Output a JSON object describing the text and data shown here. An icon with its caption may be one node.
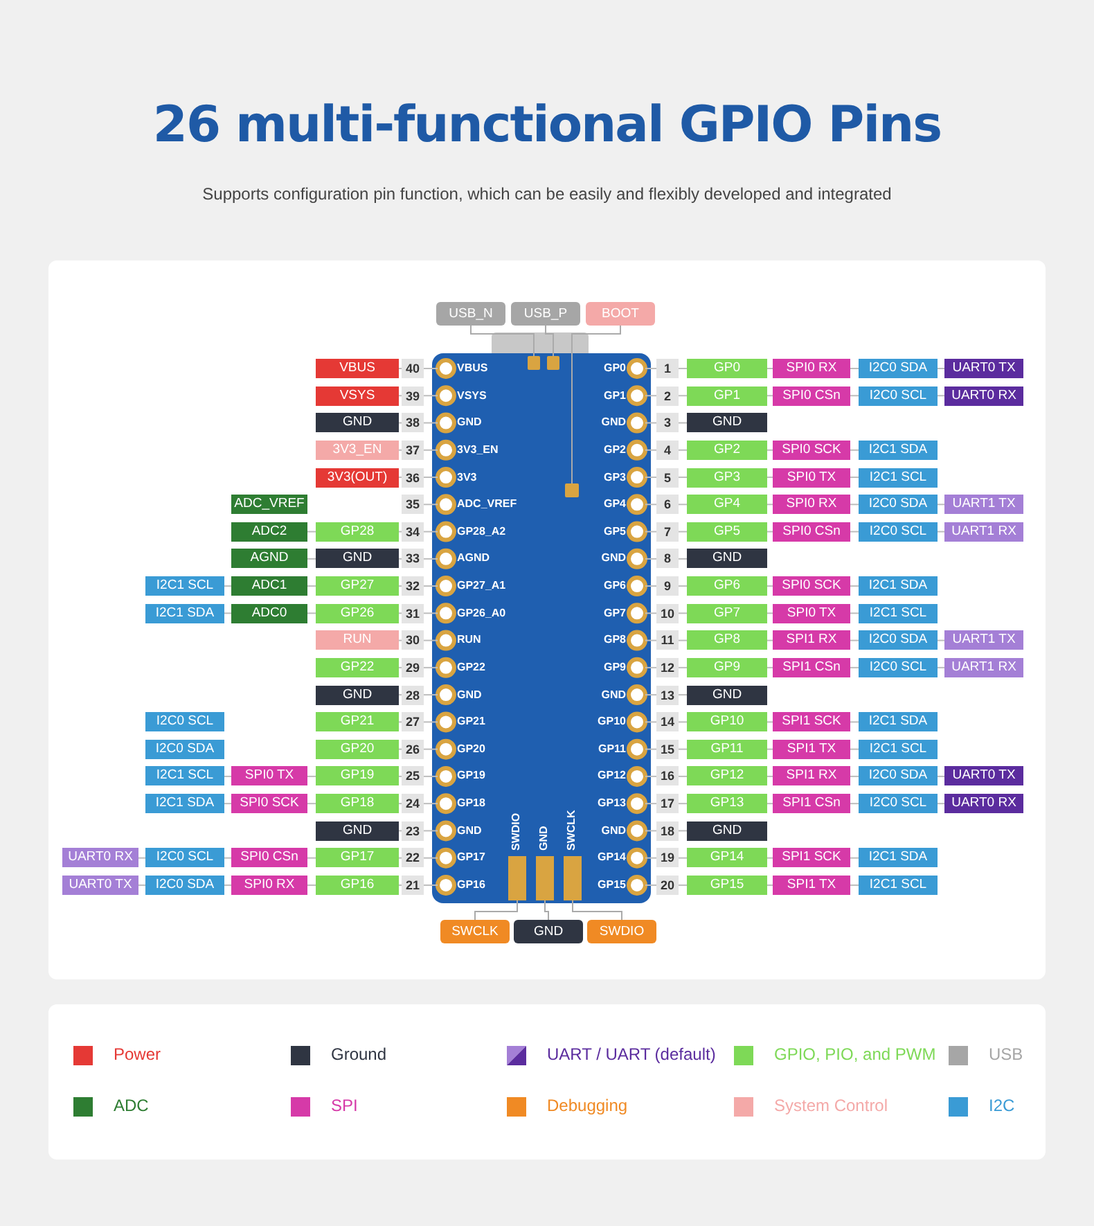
{
  "diagram": {
    "title": "26 multi-functional GPIO Pins",
    "nodes": [
      {
        "text": [
          "USB_N"
        ]
      },
      {
        "text": [
          "USB_P"
        ]
      },
      {
        "text": [
          "BOOT"
        ]
      },
      {
        "text": [
          "SWCLK"
        ]
      },
      {
        "text": [
          "GND"
        ]
      },
      {
        "text": [
          "SWDIO"
        ]
      },
      {
        "text": [],
        "shape": "box"
      },
      {
        "text": [],
        "shape": "box"
      },
      {
        "text": [],
        "shape": "box"
      },
      {
        "text": [],
        "shape": "bar"
      },
      {
        "text": [],
        "shape": "bar"
      },
      {
        "text": [],
        "shape": "bar"
      }
    ],
    "edges": [
      {
        "from": 0,
        "to": 6,
        "arrow": "none"
      },
      {
        "from": 1,
        "to": 7,
        "arrow": "none"
      },
      {
        "from": 2,
        "to": 8,
        "arrow": "none"
      },
      {
        "from": 3,
        "to": 9,
        "arrow": "none"
      },
      {
        "from": 4,
        "to": 10,
        "arrow": "none"
      },
      {
        "from": 5,
        "to": 11,
        "arrow": "none"
      }
    ],
    "labels": [
      "Supports configuration pin function, which can be easily and flexibly developed and integrated",
      "VBUS",
      "40",
      "VBUS",
      "GP0",
      "1",
      "GP0",
      "SPI0 RX",
      "I2C0 SDA",
      "UART0 TX",
      "VSYS",
      "39",
      "VSYS",
      "GP1",
      "2",
      "GP1",
      "SPI0 CSn",
      "I2C0 SCL",
      "UART0 RX",
      "GND",
      "38",
      "GND",
      "GND",
      "3",
      "GND",
      "3V3_EN",
      "37",
      "3V3_EN",
      "GP2",
      "4",
      "GP2",
      "SPI0 SCK",
      "I2C1 SDA",
      "3V3(OUT)",
      "36",
      "3V3",
      "GP3",
      "5",
      "GP3",
      "SPI0 TX",
      "I2C1 SCL",
      "ADC_VREF",
      "35",
      "ADC_VREF",
      "GP4",
      "6",
      "GP4",
      "SPI0 RX",
      "I2C0 SDA",
      "UART1 TX",
      "ADC2",
      "GP28",
      "34",
      "GP28_A2",
      "GP5",
      "7",
      "GP5",
      "SPI0 CSn",
      "I2C0 SCL",
      "UART1 RX",
      "AGND",
      "GND",
      "33",
      "AGND",
      "GND",
      "8",
      "GND",
      "I2C1 SCL",
      "ADC1",
      "GP27",
      "32",
      "GP27_A1",
      "GP6",
      "9",
      "GP6",
      "SPI0 SCK",
      "I2C1 SDA",
      "I2C1 SDA",
      "ADC0",
      "GP26",
      "31",
      "GP26_A0",
      "GP7",
      "10",
      "GP7",
      "SPI0 TX",
      "I2C1 SCL",
      "RUN",
      "30",
      "RUN",
      "GP8",
      "11",
      "GP8",
      "SPI1 RX",
      "I2C0 SDA",
      "UART1 TX",
      "GP22",
      "29",
      "GP22",
      "GP9",
      "12",
      "GP9",
      "SPI1 CSn",
      "I2C0 SCL",
      "UART1 RX",
      "GND",
      "28",
      "GND",
      "GND",
      "13",
      "GND",
      "I2C0 SCL",
      "GP21",
      "27",
      "GP21",
      "GP10",
      "14",
      "GP10",
      "SPI1 SCK",
      "I2C1 SDA",
      "I2C0 SDA",
      "GP20",
      "26",
      "GP20",
      "GP11",
      "15",
      "GP11",
      "SPI1 TX",
      "I2C1 SCL",
      "I2C1 SCL",
      "SPI0 TX",
      "GP19",
      "25",
      "GP19",
      "GP12",
      "16",
      "GP12",
      "SPI1 RX",
      "I2C0 SDA",
      "UART0 TX",
      "I2C1 SDA",
      "SPI0 SCK",
      "GP18",
      "24",
      "GP18",
      "GP13",
      "17",
      "GP13",
      "SPI1 CSn",
      "I2C0 SCL",
      "UART0 RX",
      "GND",
      "23",
      "GND",
      "GND",
      "18",
      "GND",
      "UART0 RX",
      "I2C0 SCL",
      "SPI0 CSn",
      "GP17",
      "22",
      "GP17",
      "GP14",
      "19",
      "GP14",
      "SPI1 SCK",
      "I2C1 SDA",
      "UART0 TX",
      "I2C0 SDA",
      "SPI0 RX",
      "GP16",
      "21",
      "GP16",
      "GP15",
      "20",
      "GP15",
      "SPI1 TX",
      "I2C1 SCL",
      "SWDIO",
      "GND",
      "SWCLK"
    ],
    "legend": [
      {
        "text": "Power",
        "color": "#e53935"
      },
      {
        "text": "Ground",
        "color": "#2f3542"
      },
      {
        "text": "UART / UART (default)"
      },
      {
        "text": "GPIO, PIO, and PWM",
        "color": "#7ed957"
      },
      {
        "text": "USB",
        "color": "#a6a6a6"
      },
      {
        "text": "ADC",
        "color": "#2e7d32"
      },
      {
        "text": "SPI",
        "color": "#d63aa8"
      },
      {
        "text": "Debugging",
        "color": "#f08a24"
      },
      {
        "text": "System Control",
        "color": "#f4a9a8"
      },
      {
        "text": "I2C",
        "color": "#3a9bd5"
      }
    ]
  }
}
